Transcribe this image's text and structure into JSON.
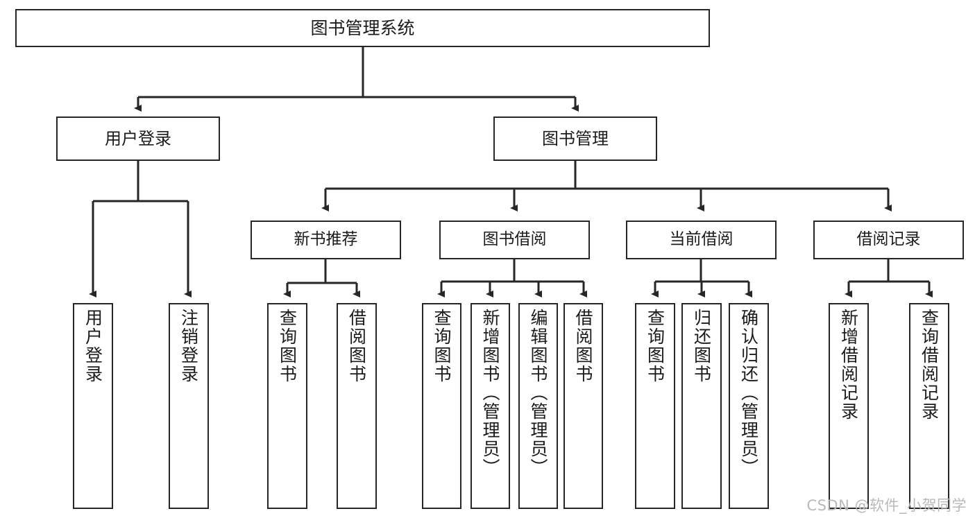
{
  "diagram": {
    "title": "图书管理系统",
    "type": "tree-hierarchy-chart",
    "root": {
      "id": "root",
      "label": "图书管理系统"
    },
    "level1": [
      {
        "id": "user-login",
        "label": "用户登录"
      },
      {
        "id": "book-management",
        "label": "图书管理"
      }
    ],
    "level2": [
      {
        "id": "new-book-recommend",
        "label": "新书推荐",
        "parent": "book-management"
      },
      {
        "id": "book-borrow",
        "label": "图书借阅",
        "parent": "book-management"
      },
      {
        "id": "current-borrow",
        "label": "当前借阅",
        "parent": "book-management"
      },
      {
        "id": "borrow-record",
        "label": "借阅记录",
        "parent": "book-management"
      }
    ],
    "leaves": {
      "user_login": [
        {
          "id": "leaf-user-login",
          "label": "用户登录"
        },
        {
          "id": "leaf-user-logout",
          "label": "注销登录"
        }
      ],
      "new_book_recommend": [
        {
          "id": "leaf-query-book-1",
          "label": "查询图书"
        },
        {
          "id": "leaf-borrow-book-1",
          "label": "借阅图书"
        }
      ],
      "book_borrow": [
        {
          "id": "leaf-query-book-2",
          "label": "查询图书"
        },
        {
          "id": "leaf-add-book",
          "label": "新增图书（管理员）"
        },
        {
          "id": "leaf-edit-book",
          "label": "编辑图书（管理员）"
        },
        {
          "id": "leaf-borrow-book-2",
          "label": "借阅图书"
        }
      ],
      "current_borrow": [
        {
          "id": "leaf-query-book-3",
          "label": "查询图书"
        },
        {
          "id": "leaf-return-book",
          "label": "归还图书"
        },
        {
          "id": "leaf-confirm-return",
          "label": "确认归还（管理员）"
        }
      ],
      "borrow_record": [
        {
          "id": "leaf-add-record",
          "label": "新增借阅记录"
        },
        {
          "id": "leaf-query-record",
          "label": "查询借阅记录"
        }
      ]
    }
  },
  "watermark": {
    "text": "CSDN @软件_小贺同学"
  },
  "colors": {
    "stroke": "#262626",
    "background": "#ffffff",
    "text": "#1b1b1b",
    "watermark": "#b9b9b9"
  }
}
